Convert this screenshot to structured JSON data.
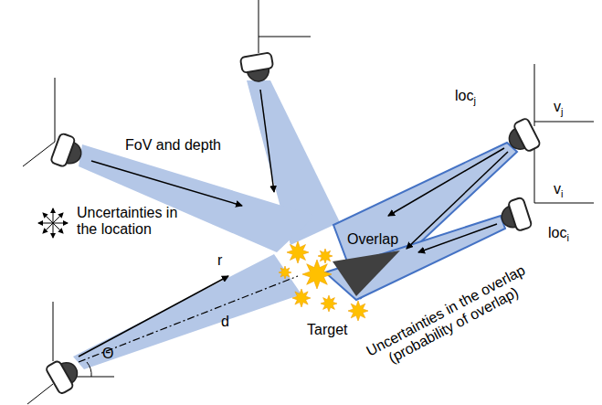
{
  "diagram": {
    "labels": [
      "FoV and depth",
      "Uncertainties in the location",
      "r",
      "d",
      "Θ",
      "Target",
      "Overlap",
      "locj",
      "vj",
      "vi",
      "loci",
      "Uncertainties in the overlap (probability of overlap)"
    ]
  }
}
